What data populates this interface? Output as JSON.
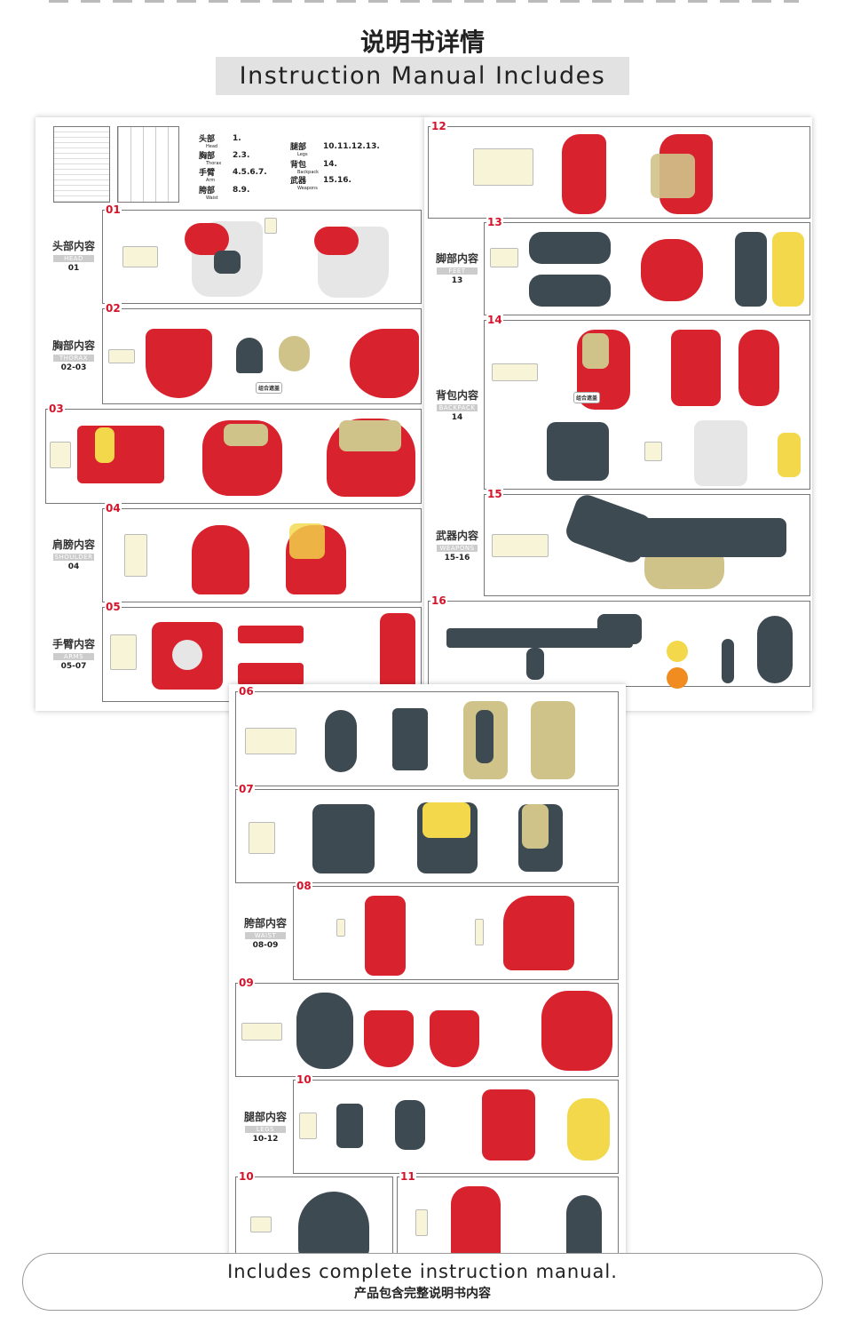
{
  "header": {
    "title_cn": "说明书详情",
    "title_en": "Instruction Manual Includes"
  },
  "index": [
    {
      "cn": "头部",
      "en": "Head",
      "pages": "1."
    },
    {
      "cn": "胸部",
      "en": "Thorax",
      "pages": "2.3."
    },
    {
      "cn": "手臂",
      "en": "Arm",
      "pages": "4.5.6.7."
    },
    {
      "cn": "胯部",
      "en": "Waist",
      "pages": "8.9."
    },
    {
      "cn": "腿部",
      "en": "Legs",
      "pages": "10.11.12.13."
    },
    {
      "cn": "背包",
      "en": "Backpack",
      "pages": "14."
    },
    {
      "cn": "武器",
      "en": "Weapons",
      "pages": "15.16."
    }
  ],
  "sections": [
    {
      "cn": "头部内容",
      "en": "HEAD",
      "no": "01"
    },
    {
      "cn": "胸部内容",
      "en": "THORAX",
      "no": "02-03"
    },
    {
      "cn": "肩膀内容",
      "en": "SHOULDER",
      "no": "04"
    },
    {
      "cn": "手臂内容",
      "en": "ARMS",
      "no": "05-07"
    },
    {
      "cn": "脚部内容",
      "en": "FEET",
      "no": "13"
    },
    {
      "cn": "背包内容",
      "en": "BACKPACK",
      "no": "14"
    },
    {
      "cn": "武器内容",
      "en": "WEAPONS",
      "no": "15-16"
    },
    {
      "cn": "胯部内容",
      "en": "WAIST",
      "no": "08-09"
    },
    {
      "cn": "腿部内容",
      "en": "LEGS",
      "no": "10-12"
    }
  ],
  "steps": [
    "01",
    "02",
    "03",
    "04",
    "05",
    "12",
    "13",
    "14",
    "15",
    "16",
    "06",
    "07",
    "08",
    "09",
    "10",
    "10",
    "11"
  ],
  "combo_label": "组合遮盖",
  "footer": {
    "en": "Includes complete instruction manual.",
    "cn": "产品包含完整说明书内容"
  }
}
